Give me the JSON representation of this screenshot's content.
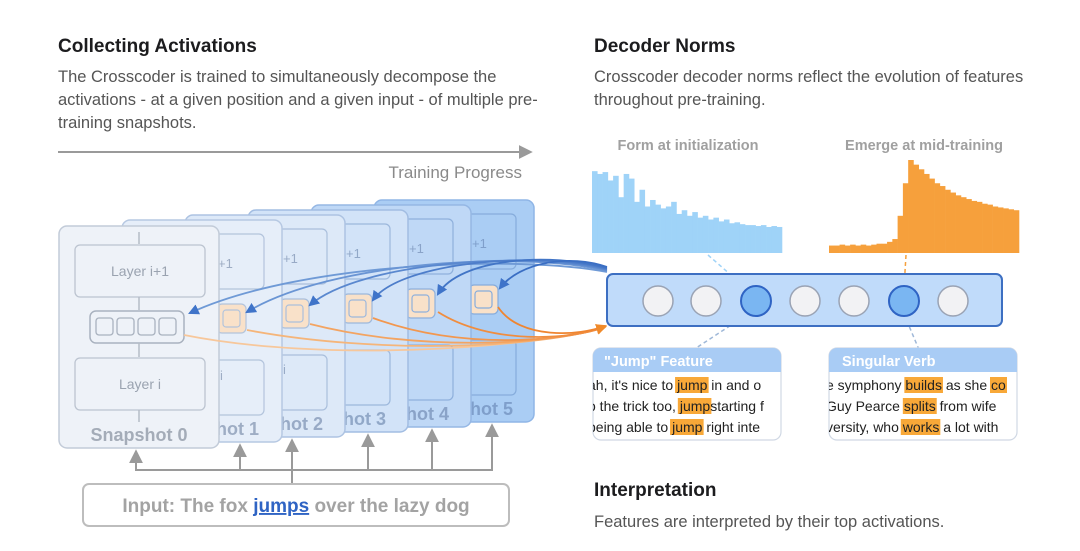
{
  "left": {
    "title": "Collecting Activations",
    "description": "The Crosscoder is trained to simultaneously decompose the activations - at a given position and a given input - of multiple pre-training snapshots.",
    "progress_label": "Training Progress",
    "snapshots": [
      "Snapshot 0",
      "hot 1",
      "hot 2",
      "hot 3",
      "hot 4",
      "hot 5"
    ],
    "layer_top_label": "Layer i+1",
    "layer_bottom_label": "Layer i",
    "layer_top_partial": "+1",
    "layer_bottom_partial": "i",
    "input_prefix": "Input: The fox ",
    "input_highlight": "jumps",
    "input_suffix": " over the lazy dog"
  },
  "right": {
    "title": "Decoder Norms",
    "description": "Crosscoder decoder norms reflect the evolution of features throughout pre-training.",
    "hist_left_label": "Form at initialization",
    "hist_right_label": "Emerge at mid-training",
    "hist_left_values": [
      0.88,
      0.85,
      0.87,
      0.78,
      0.83,
      0.6,
      0.85,
      0.8,
      0.55,
      0.68,
      0.5,
      0.57,
      0.52,
      0.48,
      0.5,
      0.55,
      0.42,
      0.46,
      0.4,
      0.44,
      0.38,
      0.4,
      0.36,
      0.38,
      0.34,
      0.36,
      0.32,
      0.33,
      0.31,
      0.3,
      0.3,
      0.29,
      0.3,
      0.28,
      0.29,
      0.28
    ],
    "hist_right_values": [
      0.08,
      0.08,
      0.09,
      0.08,
      0.09,
      0.08,
      0.09,
      0.08,
      0.09,
      0.1,
      0.1,
      0.12,
      0.15,
      0.4,
      0.75,
      1.0,
      0.95,
      0.9,
      0.85,
      0.8,
      0.75,
      0.72,
      0.68,
      0.65,
      0.62,
      0.6,
      0.58,
      0.56,
      0.55,
      0.53,
      0.52,
      0.5,
      0.49,
      0.48,
      0.47,
      0.46
    ],
    "colors": {
      "blue_hist": "#9fd3f8",
      "orange_hist": "#f6a03c",
      "encoder_fill": "#c0dbfa",
      "encoder_stroke": "#3d6fc2",
      "highlight": "#f8a838"
    },
    "features": [
      {
        "title": "\"Jump\" Feature",
        "lines": [
          {
            "pre": "ah, it's nice to ",
            "hl": "jump",
            "post": " in and o"
          },
          {
            "pre": "o the trick too, ",
            "hl": "jump",
            "post": "starting f"
          },
          {
            "pre": " being able to ",
            "hl": "jump",
            "post": " right inte"
          }
        ]
      },
      {
        "title": "Singular Verb",
        "lines": [
          {
            "pre": "e symphony ",
            "hl": "builds",
            "post": " as she ",
            "hl2": "co"
          },
          {
            "pre": " Guy Pearce ",
            "hl": "splits",
            "post": " from wife"
          },
          {
            "pre": "versity, who ",
            "hl": "works",
            "post": " a lot with"
          }
        ]
      }
    ],
    "interp_title": "Interpretation",
    "interp_description": "Features are interpreted by their top activations."
  }
}
